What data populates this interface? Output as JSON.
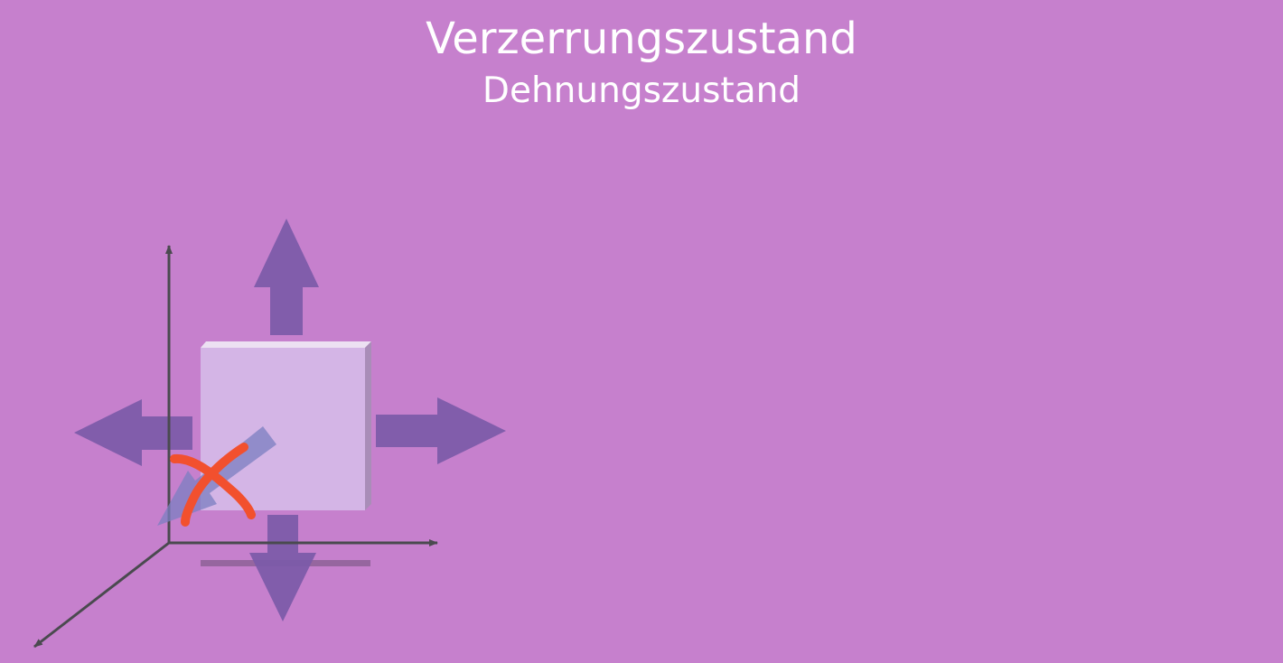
{
  "heading": {
    "title": "Verzerrungszustand",
    "subtitle": "Dehnungszustand"
  },
  "colors": {
    "background": "#c680cd",
    "arrow": "#7b5aa8",
    "cube_face": "#d4b5e6",
    "axis": "#4a4a4f",
    "cross": "#f2502e"
  },
  "diagram": {
    "axes": [
      "x-axis",
      "y-axis",
      "z-axis"
    ],
    "arrows": [
      "up",
      "down",
      "left",
      "right",
      "diagonal-front"
    ],
    "cross_mark": "crossed-out diagonal direction"
  }
}
